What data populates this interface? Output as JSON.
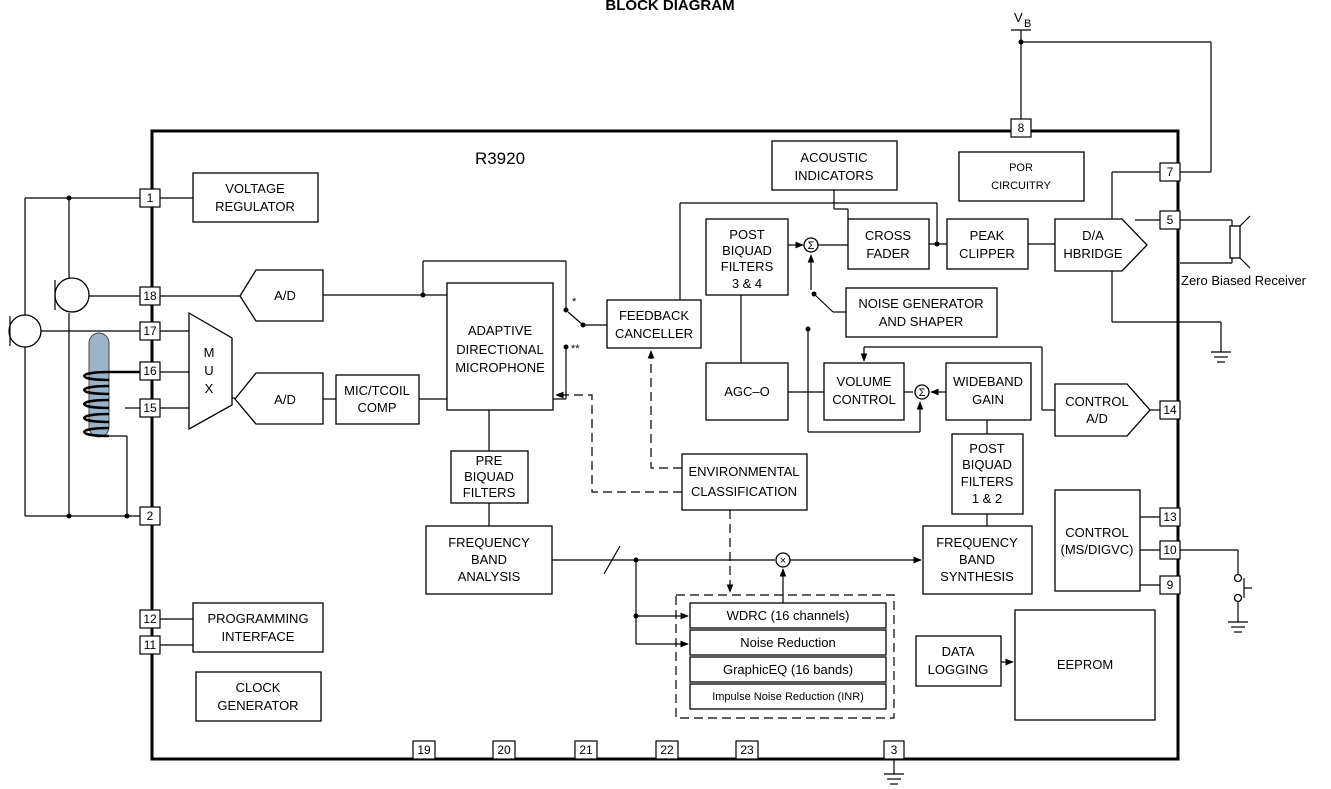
{
  "title": "BLOCK DIAGRAM",
  "chip_name": "R3920",
  "supply": {
    "main": "V",
    "sub": "B"
  },
  "blocks": {
    "voltage_regulator": [
      "VOLTAGE",
      "REGULATOR"
    ],
    "ad_mic": [
      "A/D"
    ],
    "ad_mux": [
      "A/D"
    ],
    "mux": [
      "M",
      "U",
      "X"
    ],
    "mic_tcoil": [
      "MIC/TCOIL",
      "COMP"
    ],
    "adaptive_mic": [
      "ADAPTIVE",
      "DIRECTIONAL",
      "MICROPHONE"
    ],
    "feedback_canceller": [
      "FEEDBACK",
      "CANCELLER"
    ],
    "acoustic_indicators": [
      "ACOUSTIC",
      "INDICATORS"
    ],
    "por_circuitry": [
      "POR",
      "CIRCUITRY"
    ],
    "post_biquad_34": [
      "POST",
      "BIQUAD",
      "FILTERS",
      "3 & 4"
    ],
    "cross_fader": [
      "CROSS",
      "FADER"
    ],
    "peak_clipper": [
      "PEAK",
      "CLIPPER"
    ],
    "da_hbridge": [
      "D/A",
      "HBRIDGE"
    ],
    "noise_generator": [
      "NOISE GENERATOR",
      "AND SHAPER"
    ],
    "agc_o": [
      "AGC–O"
    ],
    "volume_control": [
      "VOLUME",
      "CONTROL"
    ],
    "wideband_gain": [
      "WIDEBAND",
      "GAIN"
    ],
    "control_ad": [
      "CONTROL",
      "A/D"
    ],
    "pre_biquad": [
      "PRE",
      "BIQUAD",
      "FILTERS"
    ],
    "environmental": [
      "ENVIRONMENTAL",
      "CLASSIFICATION"
    ],
    "post_biquad_12": [
      "POST",
      "BIQUAD",
      "FILTERS",
      "1 & 2"
    ],
    "control_ms": [
      "CONTROL",
      "(MS/DIGVC)"
    ],
    "freq_analysis": [
      "FREQUENCY",
      "BAND",
      "ANALYSIS"
    ],
    "freq_synthesis": [
      "FREQUENCY",
      "BAND",
      "SYNTHESIS"
    ],
    "programming_interface": [
      "PROGRAMMING",
      "INTERFACE"
    ],
    "clock_generator": [
      "CLOCK",
      "GENERATOR"
    ],
    "data_logging": [
      "DATA",
      "LOGGING"
    ],
    "eeprom": [
      "EEPROM"
    ]
  },
  "dsp_stack": [
    "WDRC (16 channels)",
    "Noise Reduction",
    "GraphicEQ (16 bands)",
    "Impulse Noise Reduction (INR)"
  ],
  "pins": {
    "p1": "1",
    "p18": "18",
    "p17": "17",
    "p16": "16",
    "p15": "15",
    "p2": "2",
    "p12": "12",
    "p11": "11",
    "p8": "8",
    "p7": "7",
    "p5": "5",
    "p14": "14",
    "p13": "13",
    "p10": "10",
    "p9": "9",
    "p19": "19",
    "p20": "20",
    "p21": "21",
    "p22": "22",
    "p23": "23",
    "p3": "3"
  },
  "receiver_label": "Zero Biased Receiver",
  "switch_marks": {
    "single": "*",
    "double": "**"
  },
  "summing_symbol": "Σ",
  "mult_symbol": "×"
}
